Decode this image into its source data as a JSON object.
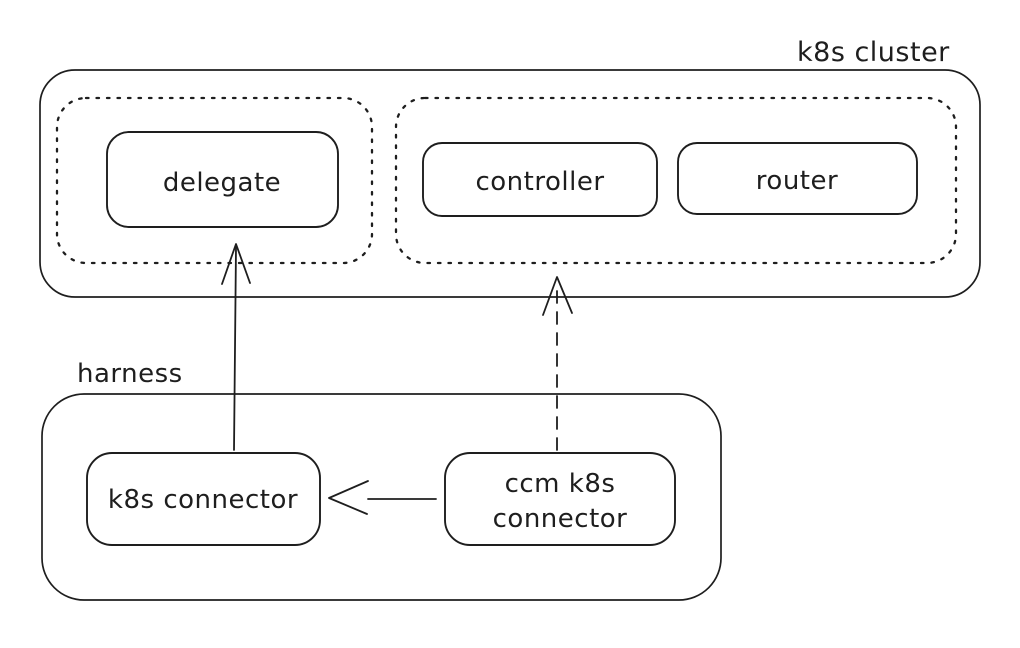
{
  "colors": {
    "stroke": "#1e1e1e",
    "accent_red": "#e03131",
    "background": "#ffffff"
  },
  "labels": {
    "k8s_cluster": "k8s cluster",
    "harness": "harness"
  },
  "nodes": {
    "delegate": {
      "label": "delegate"
    },
    "controller": {
      "label": "controller"
    },
    "router": {
      "label": "router"
    },
    "k8s_connector": {
      "label": "k8s connector"
    },
    "ccm_k8s_connector": {
      "label_line1": "ccm k8s",
      "label_line2": "connector"
    }
  },
  "edges": [
    {
      "from": "k8s_connector",
      "to": "delegate_group",
      "style": "solid",
      "arrowhead": "open",
      "direction": "up"
    },
    {
      "from": "ccm_k8s_connector",
      "to": "controller_router_group",
      "style": "dashed",
      "arrowhead": "open",
      "direction": "up"
    },
    {
      "from": "ccm_k8s_connector",
      "to": "k8s_connector",
      "style": "solid",
      "arrowhead": "open",
      "direction": "left"
    }
  ]
}
